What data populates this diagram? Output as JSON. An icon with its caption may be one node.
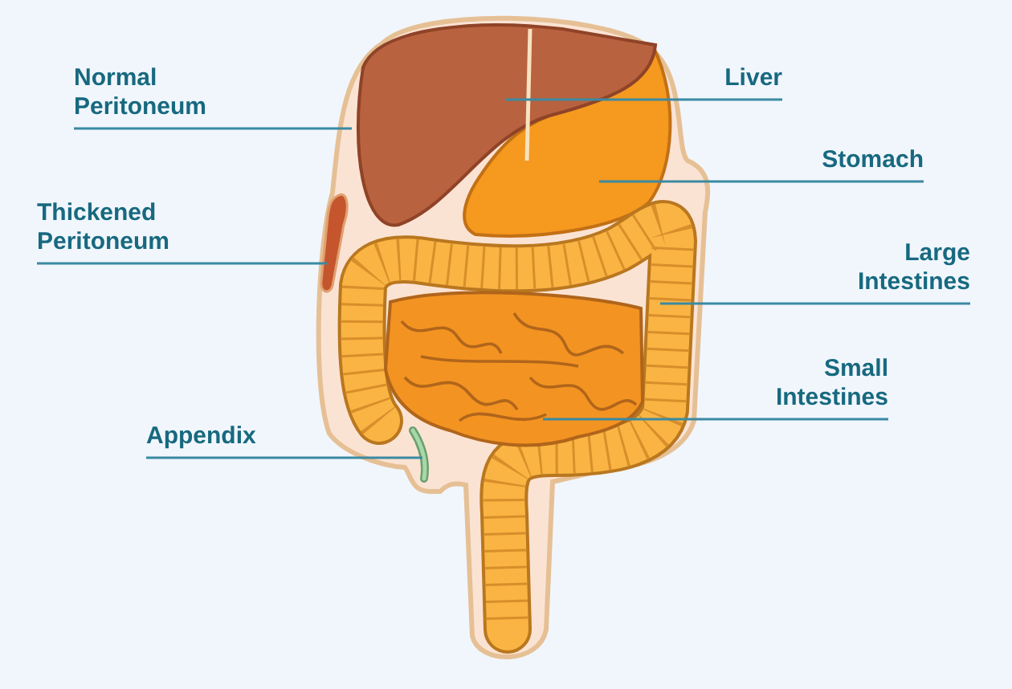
{
  "diagram": {
    "nodes": [
      {
        "text": [
          "Normal Peritoneum"
        ]
      },
      {
        "text": [
          "Liver"
        ]
      },
      {
        "text": [
          "Stomach"
        ]
      },
      {
        "text": [
          "Thickened Peritoneum"
        ]
      },
      {
        "text": [
          "Large Intestines"
        ]
      },
      {
        "text": [
          "Small Intestines"
        ]
      },
      {
        "text": [
          "Appendix"
        ]
      },
      {
        "text": [],
        "shape": "picture"
      },
      {
        "text": [],
        "shape": "picture",
        "in": 7
      },
      {
        "text": [],
        "shape": "picture",
        "in": 7
      },
      {
        "text": [],
        "shape": "picture",
        "in": 7
      },
      {
        "text": [],
        "shape": "picture",
        "in": 7
      },
      {
        "text": [],
        "shape": "picture",
        "in": 11
      },
      {
        "text": [],
        "shape": "picture",
        "in": 11
      }
    ],
    "edges": [
      {
        "from": 0,
        "to": 7,
        "arrow": "none"
      },
      {
        "from": 1,
        "to": 8,
        "arrow": "none"
      },
      {
        "from": 2,
        "to": 9,
        "arrow": "none"
      },
      {
        "from": 3,
        "to": 10,
        "arrow": "none"
      },
      {
        "from": 4,
        "to": 11,
        "arrow": "none"
      },
      {
        "from": 5,
        "to": 12,
        "arrow": "none"
      },
      {
        "from": 6,
        "to": 13,
        "arrow": "none"
      }
    ]
  }
}
